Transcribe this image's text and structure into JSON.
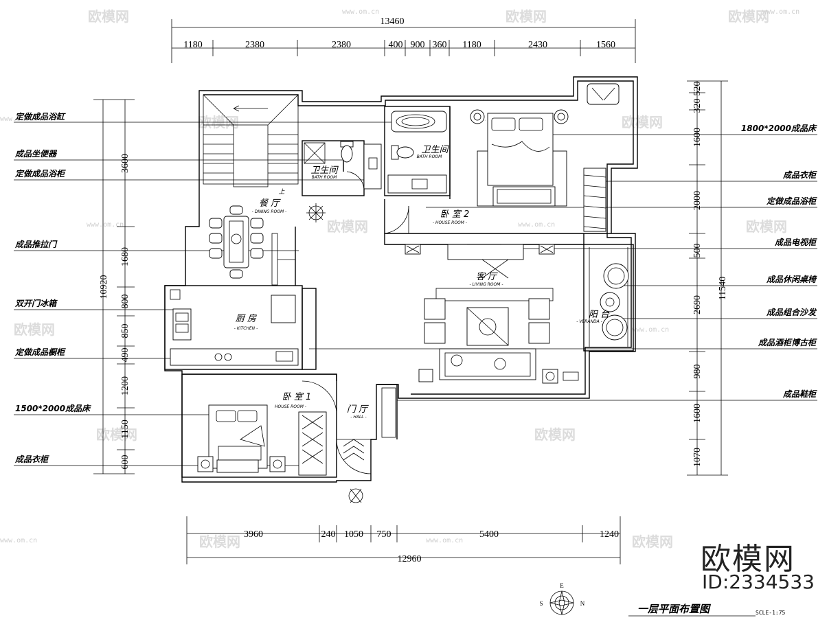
{
  "top_dims": {
    "total": "13460",
    "segments": [
      "1180",
      "2380",
      "2380",
      "400",
      "900",
      "360",
      "1180",
      "2430",
      "1560"
    ]
  },
  "bottom_dims": {
    "total": "12960",
    "segments": [
      "3960",
      "240",
      "1050",
      "750",
      "5400",
      "1240"
    ]
  },
  "left_dims": {
    "total": "10920",
    "segments": [
      "3600",
      "1680",
      "800",
      "850",
      "490",
      "1200",
      "1150",
      "600"
    ]
  },
  "right_dims": {
    "total": "11540",
    "segments": [
      "320",
      "520",
      "1600",
      "2000",
      "500",
      "2690",
      "980",
      "1600",
      "1070"
    ]
  },
  "left_labels": [
    "定做成品浴缸",
    "成品坐便器",
    "定做成品浴柜",
    "成品推拉门",
    "双开门冰箱",
    "定做成品橱柜",
    "1500*2000成品床",
    "成品衣柜"
  ],
  "right_labels": [
    "1800*2000成品床",
    "成品衣柜",
    "定做成品浴柜",
    "成品电视柜",
    "成品休闲桌椅",
    "成品组合沙发",
    "成品酒柜博古柜",
    "成品鞋柜"
  ],
  "rooms": {
    "bath1": {
      "cn": "卫生间",
      "en": "BATH ROOM"
    },
    "bath2": {
      "cn": "卫生间",
      "en": "BATH ROOM"
    },
    "dining": {
      "cn": "餐 厅",
      "en": "- DINING ROOM -"
    },
    "bed2": {
      "cn": "卧 室 2",
      "en": "- HOUSE ROOM -"
    },
    "living": {
      "cn": "客 厅",
      "en": "- LIVING ROOM -"
    },
    "veranda": {
      "cn": "阳 台",
      "en": "- VERANDA -"
    },
    "kitchen": {
      "cn": "厨 房",
      "en": "- KITCHEN -"
    },
    "bed1": {
      "cn": "卧 室 1",
      "en": "HOUSE ROOM -"
    },
    "hall": {
      "cn": "门 厅",
      "en": "- HALL -"
    },
    "stair_up": "上"
  },
  "compass": {
    "n": "N",
    "s": "S",
    "e": "E"
  },
  "title": "一层平面布置图",
  "scale": "SCLE-1:75",
  "brand": {
    "name": "欧模网",
    "id": "ID:2334533",
    "watermark": "欧模网",
    "watermark_url": "www.om.cn"
  }
}
